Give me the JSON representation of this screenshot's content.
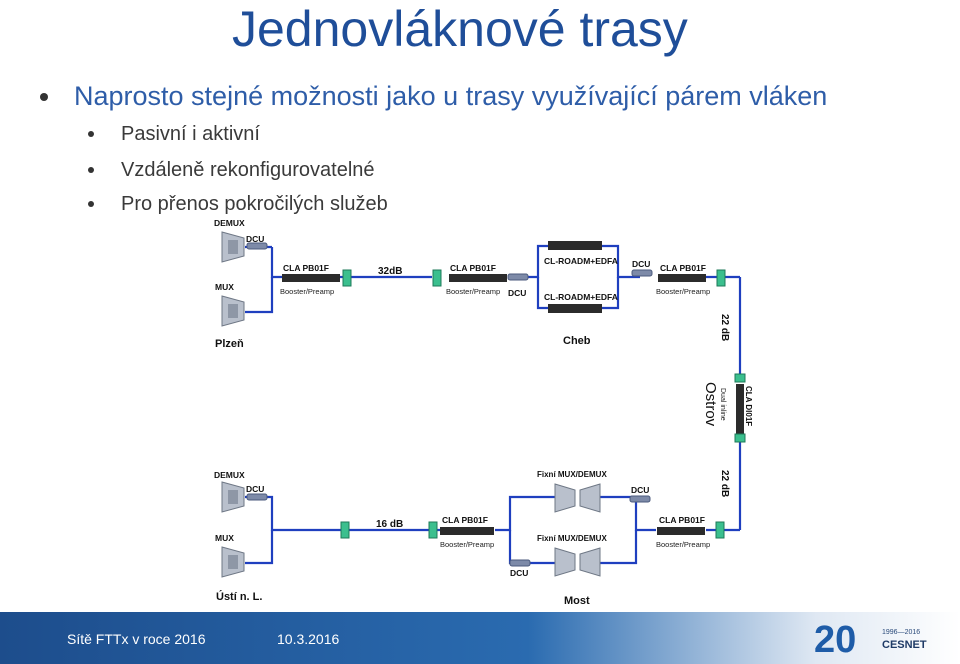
{
  "slide": {
    "title": "Jednovláknové trasy",
    "bullet_main": "Naprosto stejné možnosti jako u trasy využívající párem vláken",
    "sub_bullets": [
      "Pasivní i aktivní",
      "Vzdáleně rekonfigurovatelné",
      "Pro přenos pokročilých služeb"
    ]
  },
  "diagram": {
    "top": {
      "demux": "DEMUX",
      "mux": "MUX",
      "dcu_left": "DCU",
      "amp1_name": "CLA PB01F",
      "amp1_mode": "Booster/Preamp",
      "span_loss": "32dB",
      "amp2_name": "CLA PB01F",
      "amp2_mode": "Booster/Preamp",
      "dcu_mid": "DCU",
      "roadm_top": "CL-ROADM+EDFA",
      "roadm_bottom": "CL-ROADM+EDFA",
      "dcu_right": "DCU",
      "amp3_name": "CLA PB01F",
      "amp3_mode": "Booster/Preamp",
      "site_left": "Plzeň",
      "site_mid": "Cheb"
    },
    "right": {
      "loss_top": "22 dB",
      "inline_name": "CLA DI01F",
      "inline_mode": "Dual inline",
      "site": "Ostrov",
      "loss_bottom": "22 dB"
    },
    "bottom": {
      "demux": "DEMUX",
      "mux": "MUX",
      "dcu_left": "DCU",
      "span_loss": "16 dB",
      "amp1_name": "CLA PB01F",
      "amp1_mode": "Booster/Preamp",
      "fixed_top": "Fixní MUX/DEMUX",
      "fixed_bottom": "Fixní MUX/DEMUX",
      "dcu_right": "DCU",
      "dcu_bottom": "DCU",
      "amp2_name": "CLA PB01F",
      "amp2_mode": "Booster/Preamp",
      "site_left": "Ústí n. L.",
      "site_mid": "Most"
    }
  },
  "footer": {
    "left": "Sítě FTTx v roce 2016",
    "date": "10.3.2016",
    "logo_number": "20",
    "logo_years": "1996—2016",
    "logo_brand": "CESNET"
  },
  "colors": {
    "title": "#1f4e99",
    "fiber": "#1f3fbf",
    "footer": "#1d4d8c"
  }
}
